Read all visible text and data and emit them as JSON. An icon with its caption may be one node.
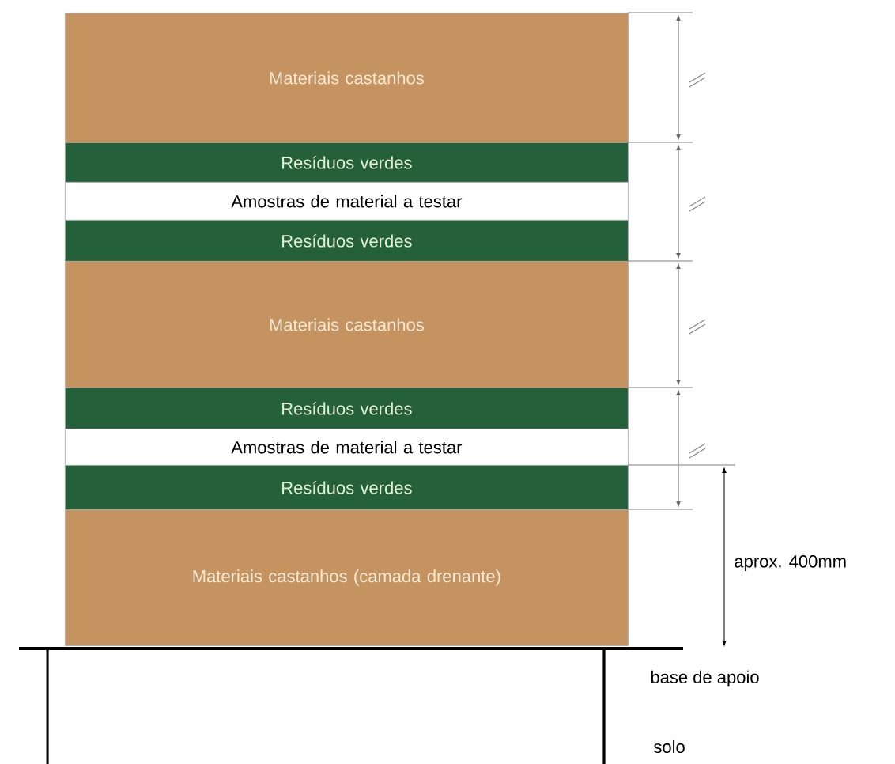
{
  "diagram": {
    "nodes": [
      {
        "text": [
          "Materiais castanhos"
        ]
      },
      {
        "text": [
          "Resíduos verdes"
        ]
      },
      {
        "text": [
          "Amostras de material a testar"
        ]
      },
      {
        "text": [
          "Resíduos verdes"
        ]
      },
      {
        "text": [
          "Materiais castanhos"
        ]
      },
      {
        "text": [
          "Resíduos verdes"
        ]
      },
      {
        "text": [
          "Amostras de material a testar"
        ]
      },
      {
        "text": [
          "Resíduos verdes"
        ]
      },
      {
        "text": [
          "Materiais castanhos (camada drenante)"
        ]
      }
    ],
    "labels": [
      "aprox. 400mm",
      "base de apoio",
      "solo"
    ]
  }
}
